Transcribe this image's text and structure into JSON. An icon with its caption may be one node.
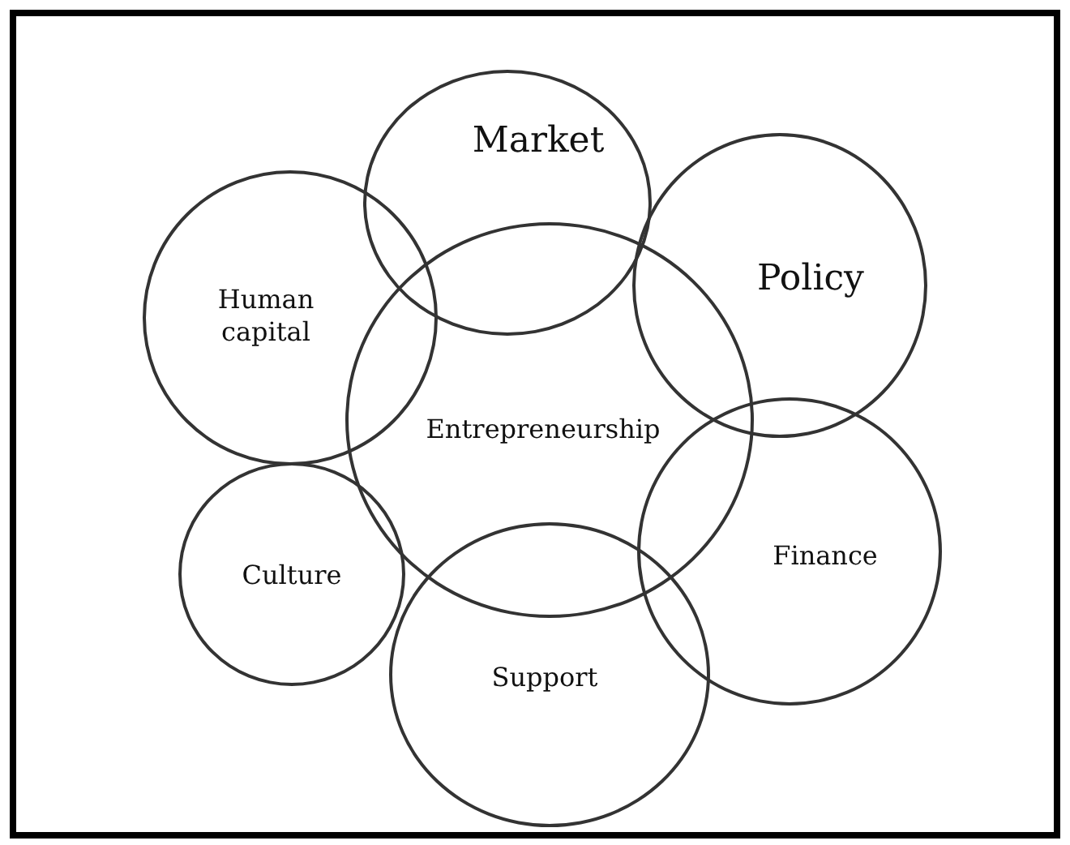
{
  "diagram": {
    "nodes": [
      {
        "text": [
          "Market"
        ]
      },
      {
        "text": [
          "Policy"
        ]
      },
      {
        "text": [
          "Human capital"
        ]
      },
      {
        "text": [
          "Entrepreneurship"
        ]
      },
      {
        "text": [
          "Culture"
        ]
      },
      {
        "text": [
          "Finance"
        ]
      },
      {
        "text": [
          "Support"
        ]
      }
    ]
  }
}
